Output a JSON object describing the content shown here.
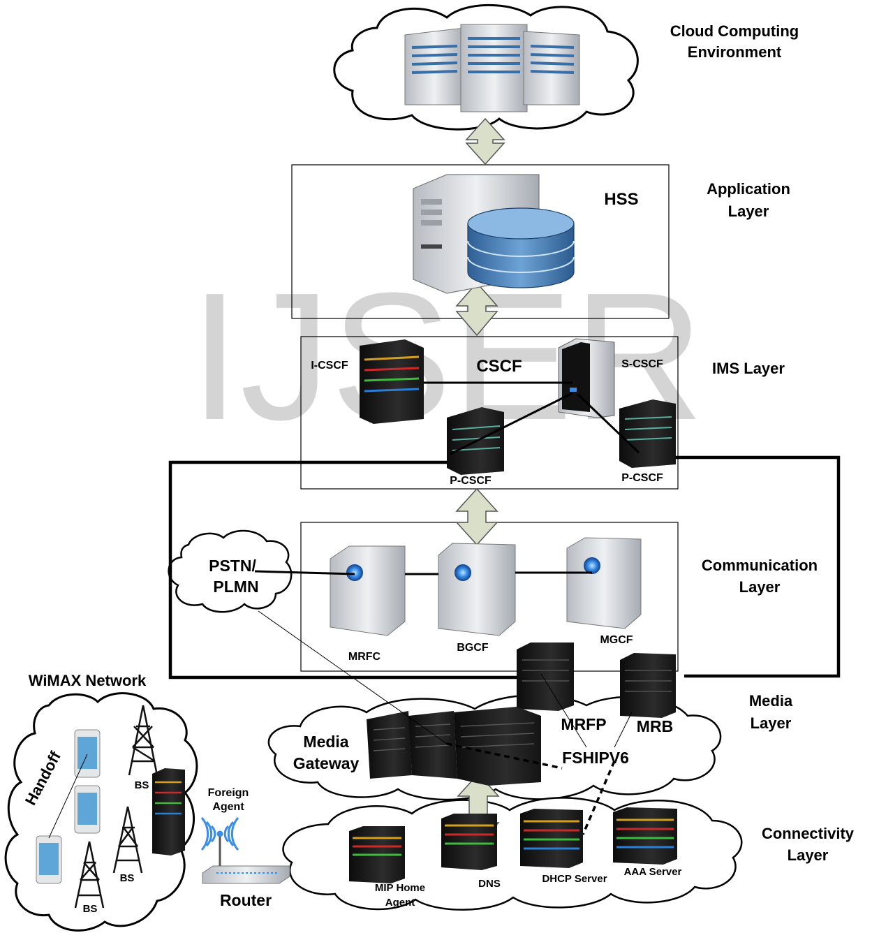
{
  "watermark": "IJSER",
  "layers": {
    "cloud": [
      "Cloud Computing",
      "Environment"
    ],
    "application": [
      "Application",
      "Layer"
    ],
    "ims": "IMS Layer",
    "communication": [
      "Communication",
      "Layer"
    ],
    "media": [
      "Media",
      "Layer"
    ],
    "connectivity": [
      "Connectivity",
      "Layer"
    ]
  },
  "nodes": {
    "hss": "HSS",
    "cscf": "CSCF",
    "i_cscf": "I-CSCF",
    "s_cscf": "S-CSCF",
    "p_cscf_left": "P-CSCF",
    "p_cscf_right": "P-CSCF",
    "pstn": [
      "PSTN/",
      "PLMN"
    ],
    "mrfc": "MRFC",
    "bgcf": "BGCF",
    "mgcf": "MGCF",
    "mrfp": "MRFP",
    "mrb": "MRB",
    "media_gateway": [
      "Media",
      "Gateway"
    ],
    "fshipv6": "FSHIPV6",
    "wimax": "WiMAX Network",
    "handoff": "Handoff",
    "bs": [
      "BS",
      "BS",
      "BS"
    ],
    "foreign_agent": [
      "Foreign",
      "Agent"
    ],
    "router": "Router",
    "mip_home_agent": [
      "MIP Home",
      "Agent"
    ],
    "dns": "DNS",
    "dhcp": "DHCP Server",
    "aaa": "AAA Server"
  },
  "colors": {
    "arrow_fill": "#d9dfc8",
    "server_dark": "#1e1e1e",
    "server_silver": "#d0d4d8",
    "db_blue": "#4a7fb5",
    "led_blue": "#3a8ee8"
  }
}
